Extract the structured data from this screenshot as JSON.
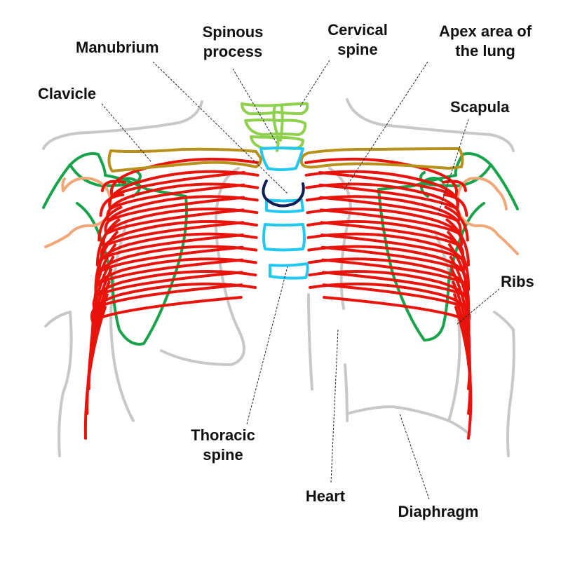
{
  "labels": {
    "manubrium": "Manubrium",
    "spinous_line1": "Spinous",
    "spinous_line2": "process",
    "cervical_line1": "Cervical",
    "cervical_line2": "spine",
    "apex_line1": "Apex area of",
    "apex_line2": "the lung",
    "clavicle": "Clavicle",
    "scapula": "Scapula",
    "ribs": "Ribs",
    "thoracic_line1": "Thoracic",
    "thoracic_line2": "spine",
    "heart": "Heart",
    "diaphragm": "Diaphragm"
  },
  "colors": {
    "ribs": "#e8140c",
    "scapula": "#16a34a",
    "clavicle": "#b8901c",
    "cervical_spine": "#8fd14f",
    "thoracic_spine": "#22c8f0",
    "manubrium": "#0f1f55",
    "humerus": "#f0a878",
    "outline": "#c8c8c8"
  }
}
